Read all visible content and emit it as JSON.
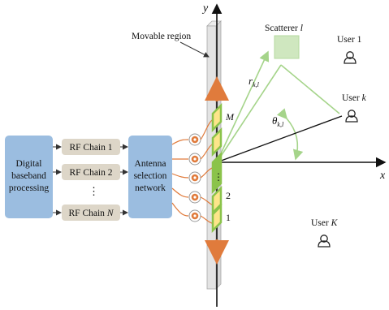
{
  "axes": {
    "x_label": "x",
    "y_label": "y"
  },
  "movable_region_label": "Movable region",
  "dsp_block": {
    "lines": [
      "Digital",
      "baseband",
      "processing"
    ]
  },
  "rf_chains": {
    "chain_1": "RF Chain 1",
    "chain_2": "RF Chain 2",
    "dots": "⋮",
    "chain_n_prefix": "RF Chain ",
    "chain_n_var": "N"
  },
  "antenna_selection": {
    "lines": [
      "Antenna",
      "selection",
      "network"
    ]
  },
  "antenna_labels": {
    "top": "M",
    "two": "2",
    "one": "1",
    "dots": "⋮"
  },
  "scatterer": {
    "prefix": "Scatterer ",
    "index": "l"
  },
  "users": {
    "user_1": "User 1",
    "user_k_prefix": "User ",
    "user_k_var": "k",
    "user_big_k_prefix": "User ",
    "user_big_k_var": "K"
  },
  "symbols": {
    "r_main": "r",
    "r_sub": "k,l",
    "theta_main": "θ",
    "theta_sub": "k,l"
  },
  "colors": {
    "dsp_fill": "#9bbde0",
    "rf_fill": "#ddd6c8",
    "green_path": "#a5d48a",
    "antenna_orange": "#e07b3c",
    "antenna_yellow": "#fde58a",
    "antenna_green": "#8bc34a"
  }
}
